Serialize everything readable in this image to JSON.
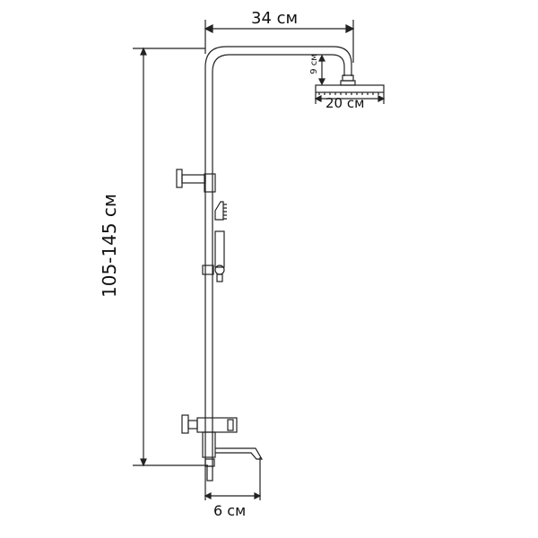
{
  "diagram": {
    "subject": "shower column with overhead shower head, hand shower and bath mixer",
    "dimensions": {
      "arm_width": "34 см",
      "head_diameter": "20 см",
      "head_drop": "9 см",
      "height_range": "105-145 см",
      "spout_length": "6 см"
    },
    "colors": {
      "line": "#222222",
      "background": "#ffffff"
    }
  }
}
